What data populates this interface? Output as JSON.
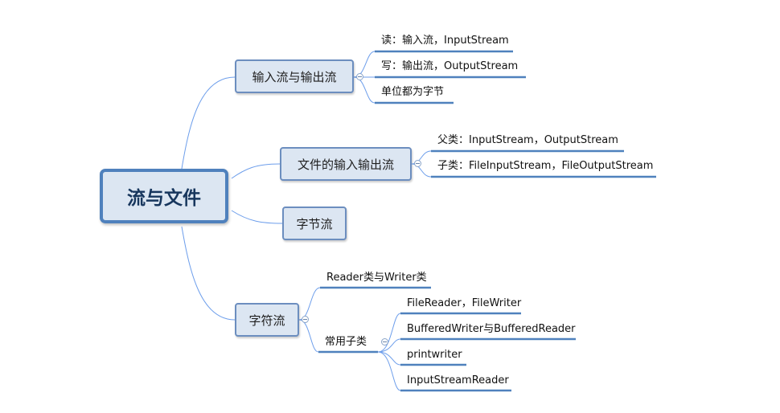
{
  "root": {
    "label": "流与文件"
  },
  "branches": [
    {
      "label": "输入流与输出流",
      "children": [
        "读：输入流，InputStream",
        "写：输出流，OutputStream",
        "单位都为字节"
      ]
    },
    {
      "label": "文件的输入输出流",
      "children": [
        "父类：InputStream，OutputStream",
        "子类：FileInputStream，FileOutputStream"
      ]
    },
    {
      "label": "字节流",
      "children": []
    },
    {
      "label": "字符流",
      "children": [
        "Reader类与Writer类",
        "常用子类"
      ],
      "grandchildren": [
        "FileReader，FileWriter",
        "BufferedWriter与BufferedReader",
        "printwriter",
        "InputStreamReader"
      ]
    }
  ],
  "colors": {
    "line": "#6d9eeb",
    "underline": "#4f81bd",
    "node_fill": "#dce6f2",
    "root_border": "#4f81bd"
  }
}
